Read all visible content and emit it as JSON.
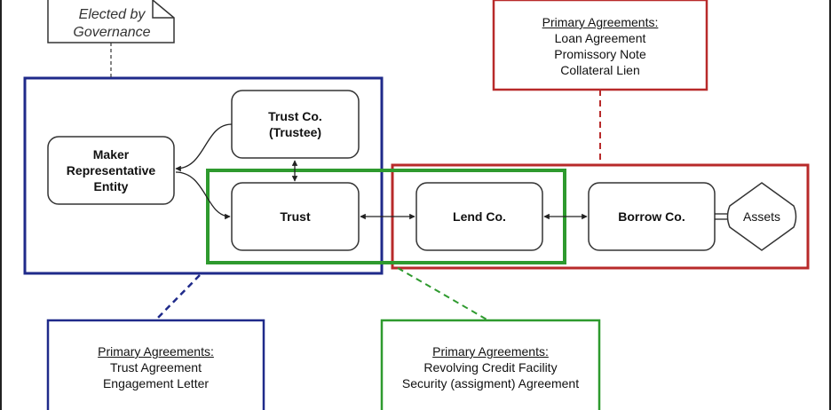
{
  "note": {
    "line1": "Elected by",
    "line2": "Governance"
  },
  "nodes": {
    "maker": {
      "line1": "Maker",
      "line2": "Representative",
      "line3": "Entity"
    },
    "trust_co": {
      "line1": "Trust Co.",
      "line2": "(Trustee)"
    },
    "trust": "Trust",
    "lend_co": "Lend Co.",
    "borrow_co": "Borrow Co.",
    "assets": "Assets"
  },
  "agreements": {
    "red": {
      "heading": "Primary Agreements:",
      "items": [
        "Loan Agreement",
        "Promissory Note",
        "Collateral Lien"
      ]
    },
    "blue": {
      "heading": "Primary Agreements:",
      "items": [
        "Trust Agreement",
        "Engagement Letter"
      ]
    },
    "green": {
      "heading": "Primary Agreements:",
      "items": [
        "Revolving Credit Facility",
        "Security (assigment) Agreement"
      ]
    }
  },
  "colors": {
    "blue": "#1f2a8a",
    "green": "#2e9a2e",
    "red": "#b82a2a",
    "line": "#222222"
  }
}
